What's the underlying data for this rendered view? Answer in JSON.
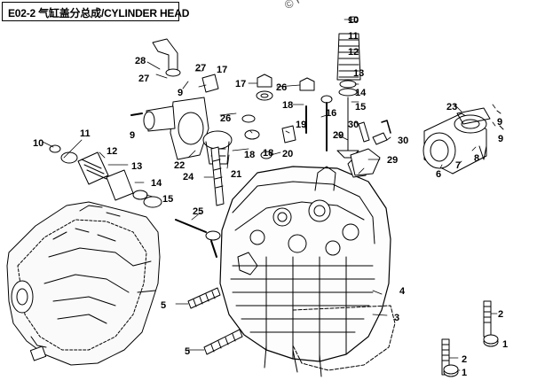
{
  "header": {
    "title": "E02-2 气缸盖分总成/CYLINDER HEAD"
  },
  "watermark": {
    "text": "© Pa"
  },
  "diagram": {
    "line_color": "#000000",
    "background": "#ffffff",
    "labels": [
      {
        "id": "c10a",
        "text": "10"
      },
      {
        "id": "c11a",
        "text": "11"
      },
      {
        "id": "c12a",
        "text": "12"
      },
      {
        "id": "c13a",
        "text": "13"
      },
      {
        "id": "c14a",
        "text": "14"
      },
      {
        "id": "c15a",
        "text": "15"
      },
      {
        "id": "c28",
        "text": "28"
      },
      {
        "id": "c27a",
        "text": "27"
      },
      {
        "id": "c27b",
        "text": "27"
      },
      {
        "id": "c17a",
        "text": "17"
      },
      {
        "id": "c9a",
        "text": "9"
      },
      {
        "id": "c9b",
        "text": "9"
      },
      {
        "id": "c17b",
        "text": "17"
      },
      {
        "id": "c26a",
        "text": "26"
      },
      {
        "id": "c26b",
        "text": "26"
      },
      {
        "id": "c18a",
        "text": "18"
      },
      {
        "id": "c18b",
        "text": "18"
      },
      {
        "id": "c19",
        "text": "19"
      },
      {
        "id": "c22",
        "text": "22"
      },
      {
        "id": "c21",
        "text": "21"
      },
      {
        "id": "c24",
        "text": "24"
      },
      {
        "id": "c18c",
        "text": "18"
      },
      {
        "id": "c20",
        "text": "20"
      },
      {
        "id": "c16",
        "text": "16"
      },
      {
        "id": "c10b",
        "text": "10"
      },
      {
        "id": "c11b",
        "text": "11"
      },
      {
        "id": "c12b",
        "text": "12"
      },
      {
        "id": "c13b",
        "text": "13"
      },
      {
        "id": "c14b",
        "text": "14"
      },
      {
        "id": "c15b",
        "text": "15"
      },
      {
        "id": "c30a",
        "text": "30"
      },
      {
        "id": "c30b",
        "text": "30"
      },
      {
        "id": "c29a",
        "text": "29"
      },
      {
        "id": "c29b",
        "text": "29"
      },
      {
        "id": "c23",
        "text": "23"
      },
      {
        "id": "c9c",
        "text": "9"
      },
      {
        "id": "c9d",
        "text": "9"
      },
      {
        "id": "c6",
        "text": "6"
      },
      {
        "id": "c7",
        "text": "7"
      },
      {
        "id": "c8",
        "text": "8"
      },
      {
        "id": "c25",
        "text": "25"
      },
      {
        "id": "c4",
        "text": "4"
      },
      {
        "id": "c3",
        "text": "3"
      },
      {
        "id": "c5a",
        "text": "5"
      },
      {
        "id": "c5b",
        "text": "5"
      },
      {
        "id": "c2a",
        "text": "2"
      },
      {
        "id": "c2b",
        "text": "2"
      },
      {
        "id": "c1a",
        "text": "1"
      },
      {
        "id": "c1b",
        "text": "1"
      }
    ]
  }
}
